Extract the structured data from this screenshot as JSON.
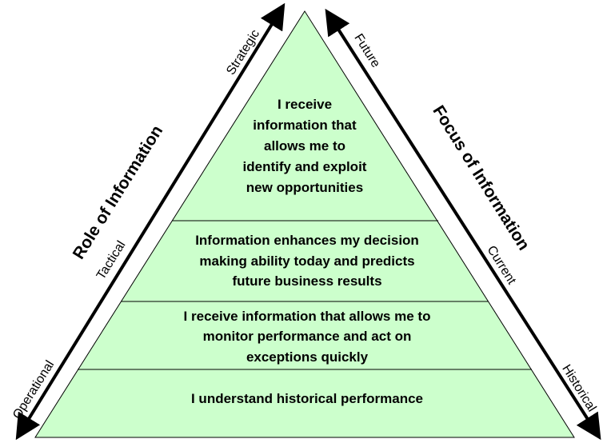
{
  "colors": {
    "fill": "#ccffcc",
    "stroke": "#000000"
  },
  "pyramid": {
    "layers": [
      {
        "lines": [
          "I receive",
          "information that",
          "allows me to",
          "identify and exploit",
          "new opportunities"
        ]
      },
      {
        "lines": [
          "Information enhances my decision",
          "making ability today and predicts",
          "future business results"
        ]
      },
      {
        "lines": [
          "I receive information that allows me to",
          "monitor performance and act on",
          "exceptions quickly"
        ]
      },
      {
        "lines": [
          "I understand historical performance"
        ]
      }
    ]
  },
  "left_axis": {
    "title": "Role of Information",
    "ticks": [
      "Strategic",
      "Tactical",
      "Operational"
    ]
  },
  "right_axis": {
    "title": "Focus of Information",
    "ticks": [
      "Future",
      "Current",
      "Historical"
    ]
  }
}
